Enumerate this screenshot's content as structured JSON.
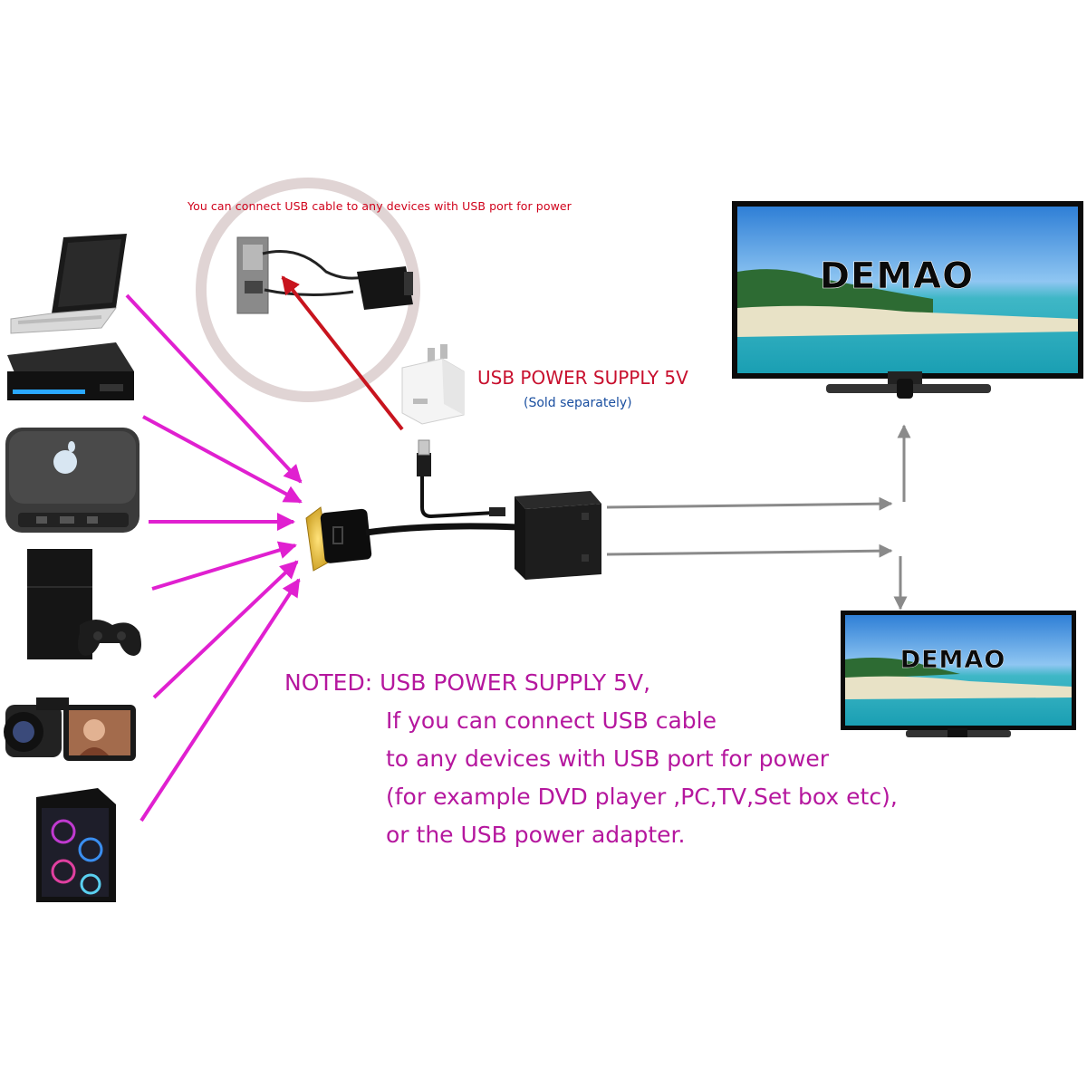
{
  "top_note": "You can connect USB cable to any devices with USB port for power",
  "power_supply": {
    "title": "USB POWER SUPPLY 5V",
    "subtitle": "(Sold separately)"
  },
  "tv_brand": "DEMAO",
  "note": {
    "lines": [
      "NOTED: USB POWER SUPPLY 5V,",
      "If you can connect USB cable",
      "to any devices with USB port for power",
      "(for example DVD player ,PC,TV,Set box etc),",
      "or the USB power adapter."
    ]
  },
  "colors": {
    "source_arrow": "#e020d0",
    "power_arrow": "#c8141e",
    "note_text": "#b5179e",
    "top_note_text": "#d0021b"
  }
}
